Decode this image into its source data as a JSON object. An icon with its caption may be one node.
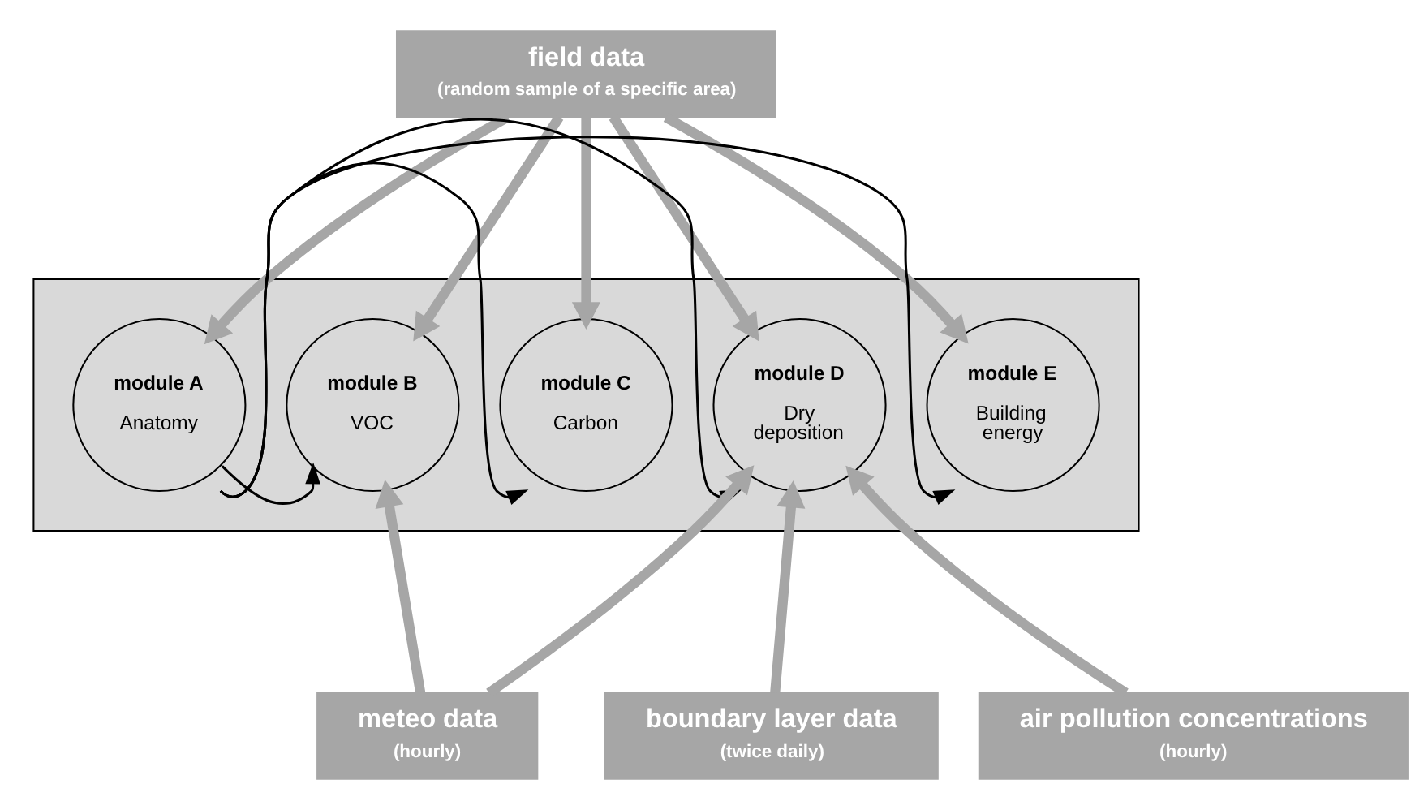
{
  "diagram": {
    "nodes": [
      {
        "text": [
          "field data",
          "(random sample of a specific area)"
        ]
      },
      {
        "text": [],
        "shape": "box"
      },
      {
        "text": [
          "module A",
          "Anatomy"
        ],
        "in": 1
      },
      {
        "text": [
          "module B",
          "VOC"
        ],
        "in": 1
      },
      {
        "text": [
          "module C",
          "Carbon"
        ],
        "in": 1
      },
      {
        "text": [
          "module D",
          "Dry deposition"
        ],
        "in": 1
      },
      {
        "text": [
          "module E",
          "Building energy"
        ],
        "in": 1
      },
      {
        "text": [
          "meteo data",
          "(hourly)"
        ]
      },
      {
        "text": [
          "boundary layer data",
          "(twice daily)"
        ]
      },
      {
        "text": [
          "air pollution concentrations",
          "(hourly)"
        ]
      }
    ],
    "edges": [
      {
        "from": 0,
        "to": 2,
        "arrow": "to"
      },
      {
        "from": 0,
        "to": 3,
        "arrow": "to"
      },
      {
        "from": 0,
        "to": 4,
        "arrow": "to"
      },
      {
        "from": 0,
        "to": 5,
        "arrow": "to"
      },
      {
        "from": 0,
        "to": 6,
        "arrow": "to"
      },
      {
        "from": 2,
        "to": 3,
        "arrow": "to",
        "color": "#000000"
      },
      {
        "from": 2,
        "to": 4,
        "arrow": "to",
        "color": "#000000"
      },
      {
        "from": 2,
        "to": 5,
        "arrow": "to",
        "color": "#000000"
      },
      {
        "from": 2,
        "to": 6,
        "arrow": "to",
        "color": "#000000"
      },
      {
        "from": 7,
        "to": 3,
        "arrow": "to"
      },
      {
        "from": 7,
        "to": 5,
        "arrow": "to"
      },
      {
        "from": 8,
        "to": 5,
        "arrow": "to"
      },
      {
        "from": 9,
        "to": 5,
        "arrow": "to"
      }
    ]
  }
}
